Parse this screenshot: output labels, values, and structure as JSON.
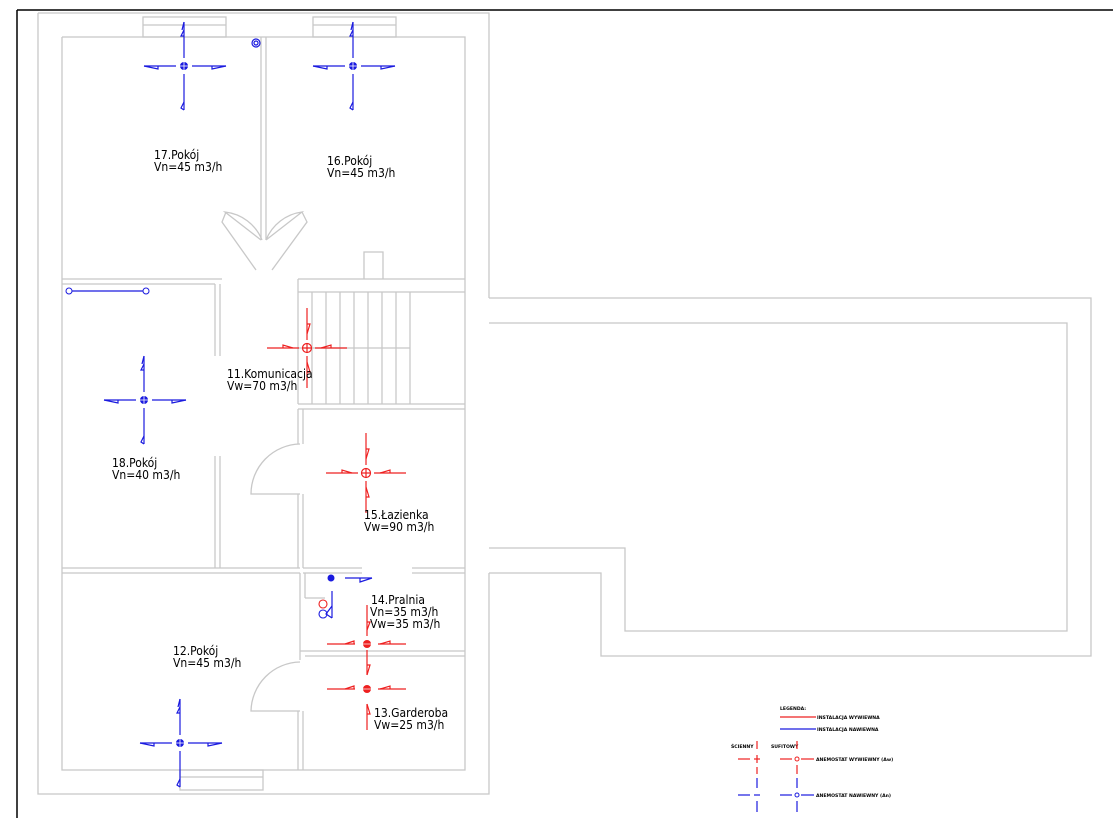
{
  "drawing": {
    "title": "Floor plan – ventilation installation",
    "colors": {
      "exhaust": "#ee2020",
      "supply": "#1a1adf",
      "walls": "#c8c8c8",
      "frame": "#000000"
    },
    "rooms": [
      {
        "id": "17",
        "name": "17.Pokój",
        "flow": "Vn=45 m3/h",
        "type": "supply"
      },
      {
        "id": "16",
        "name": "16.Pokój",
        "flow": "Vn=45 m3/h",
        "type": "supply"
      },
      {
        "id": "11",
        "name": "11.Komunicacja",
        "flow": "Vw=70 m3/h",
        "type": "exhaust"
      },
      {
        "id": "18",
        "name": "18.Pokój",
        "flow": "Vn=40 m3/h",
        "type": "supply"
      },
      {
        "id": "15",
        "name": "15.Łazienka",
        "flow": "Vw=90 m3/h",
        "type": "exhaust"
      },
      {
        "id": "14",
        "name": "14.Pralnia",
        "flow": "Vn=35 m3/h",
        "flow2": "Vw=35 m3/h",
        "type": "both"
      },
      {
        "id": "12",
        "name": "12.Pokój",
        "flow": "Vn=45 m3/h",
        "type": "supply"
      },
      {
        "id": "13",
        "name": "13.Garderoba",
        "flow": "Vw=25 m3/h",
        "type": "exhaust"
      }
    ],
    "legend": {
      "title": "LEGENDA:",
      "line_exhaust": "INSTALACJA WYWIEWNA",
      "line_supply": "INSTALACJA NAWIEWNA",
      "col_wall": "ŚCIENNY",
      "col_ceiling": "SUFITOWY",
      "diffuser_exhaust": "ANEMOSTAT WYWIEWNY (Aw)",
      "diffuser_supply": "ANEMOSTAT NAWIEWNY (An)"
    }
  }
}
